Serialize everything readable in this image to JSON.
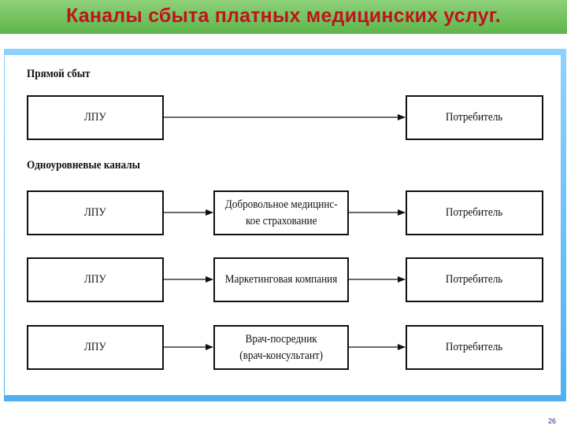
{
  "slide": {
    "title": "Каналы сбыта платных медицинских услуг.",
    "page_number": "26"
  },
  "sections": {
    "direct": "Прямой сбыт",
    "one_level": "Одноуровневые каналы"
  },
  "rows": [
    {
      "source": "ЛПУ",
      "intermediary": "",
      "target": "Потребитель"
    },
    {
      "source": "ЛПУ",
      "intermediary": "Добровольное медицинс-\nкое страхование",
      "target": "Потребитель"
    },
    {
      "source": "ЛПУ",
      "intermediary": "Маркетинговая компания",
      "target": "Потребитель"
    },
    {
      "source": "ЛПУ",
      "intermediary": "Врач-посредник\n(врач-консультант)",
      "target": "Потребитель"
    }
  ]
}
